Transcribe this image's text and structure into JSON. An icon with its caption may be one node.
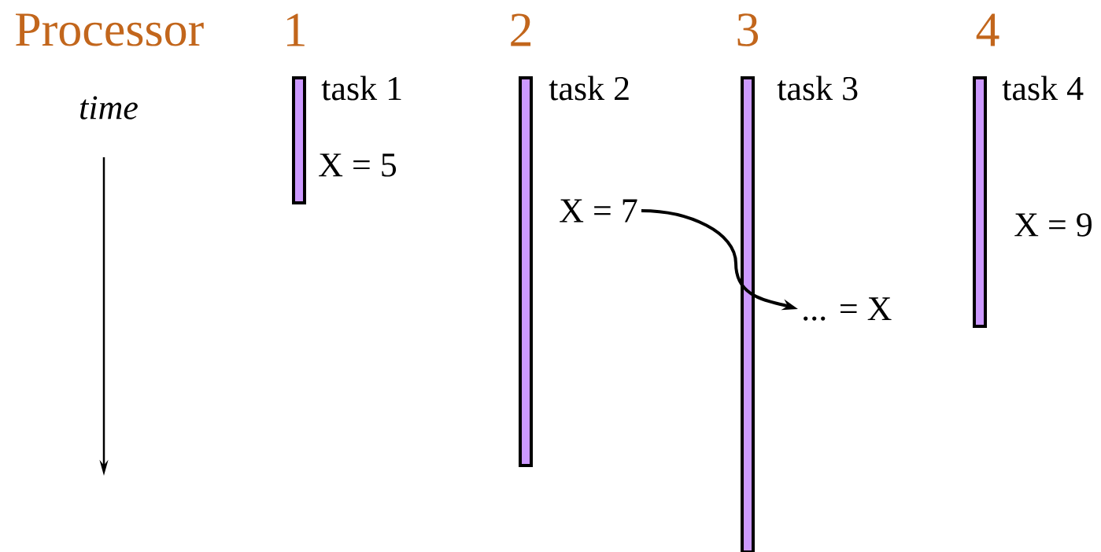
{
  "diagram": {
    "nodes": [
      {
        "text": [
          "task 1"
        ]
      },
      {
        "text": [
          "task 2"
        ]
      },
      {
        "text": [
          "X = 7"
        ]
      },
      {
        "text": [
          "task 3"
        ]
      },
      {
        "text": [
          "... = X"
        ]
      },
      {
        "text": [
          "task 4"
        ]
      }
    ],
    "edges": [
      {
        "from": 2,
        "to": 4,
        "arrow": "to"
      }
    ],
    "labels": [
      "Processor",
      "1",
      "2",
      "3",
      "4",
      "time",
      "X = 5",
      "X = 9"
    ]
  }
}
